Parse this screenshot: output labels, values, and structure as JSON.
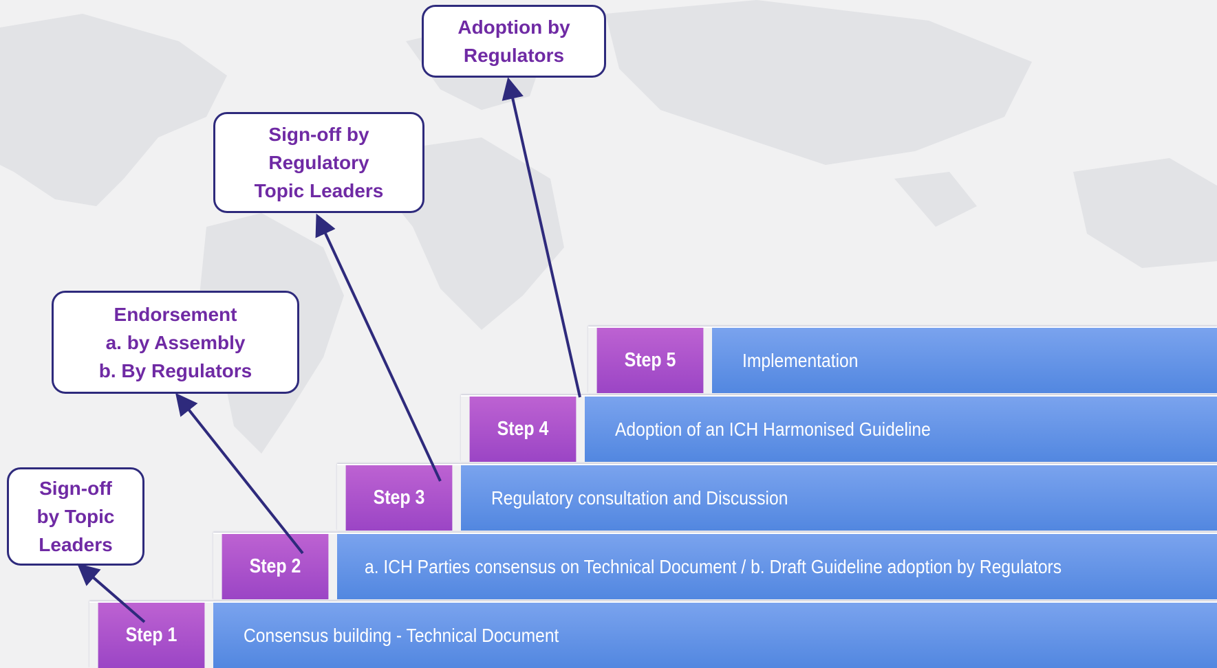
{
  "steps": [
    {
      "label": "Step 1",
      "description": "Consensus building - Technical Document"
    },
    {
      "label": "Step 2",
      "description": "a. ICH Parties consensus on Technical Document / b. Draft Guideline adoption by Regulators"
    },
    {
      "label": "Step 3",
      "description": "Regulatory consultation and Discussion"
    },
    {
      "label": "Step 4",
      "description": "Adoption of an ICH Harmonised Guideline"
    },
    {
      "label": "Step 5",
      "description": "Implementation"
    }
  ],
  "callouts": [
    {
      "lines": [
        "Sign-off",
        "by Topic",
        "Leaders"
      ]
    },
    {
      "lines": [
        "Endorsement",
        "a. by Assembly",
        "b. By Regulators"
      ]
    },
    {
      "lines": [
        "Sign-off by",
        "Regulatory",
        "Topic Leaders"
      ]
    },
    {
      "lines": [
        "Adoption by",
        "Regulators"
      ]
    }
  ],
  "colors": {
    "step_tag": "#a64fc9",
    "step_desc": "#6295e8",
    "callout_border": "#2e2a7c",
    "callout_text": "#6f2aa4",
    "arrow": "#2e2a7c"
  }
}
